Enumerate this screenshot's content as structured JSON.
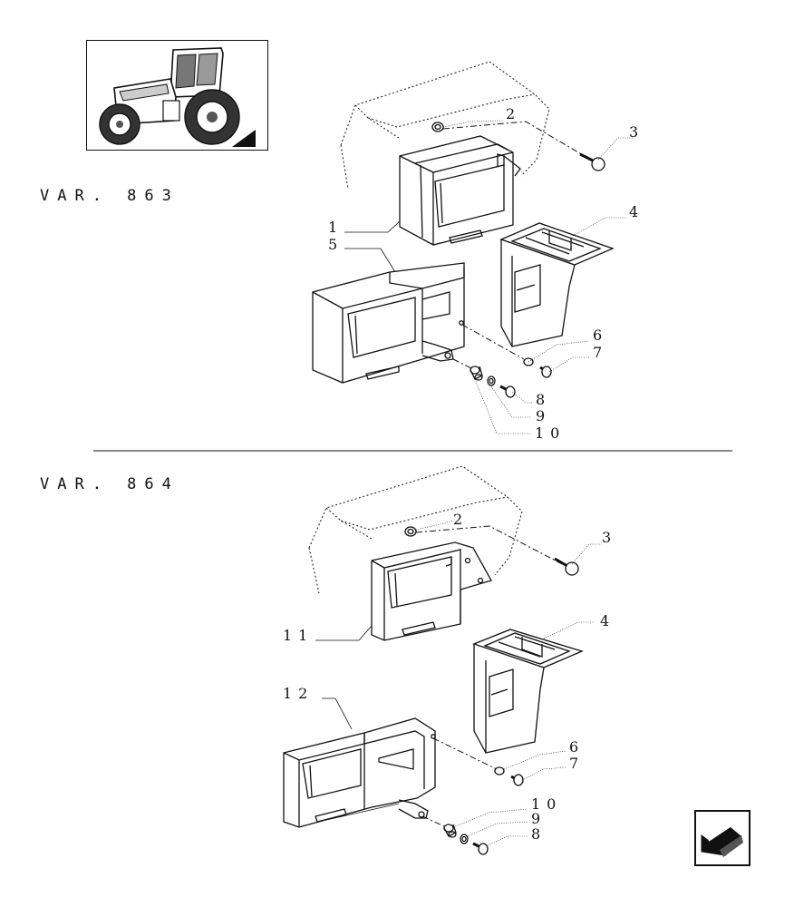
{
  "sections": [
    {
      "variant_label": "VAR. 863"
    },
    {
      "variant_label": "VAR. 864"
    }
  ],
  "callouts_863": {
    "c1": "1",
    "c2": "2",
    "c3": "3",
    "c4": "4",
    "c5": "5",
    "c6": "6",
    "c7": "7",
    "c8": "8",
    "c9": "9",
    "c10": "10"
  },
  "callouts_864": {
    "c2": "2",
    "c3": "3",
    "c4": "4",
    "c6": "6",
    "c7": "7",
    "c8": "8",
    "c9": "9",
    "c10": "10",
    "c11": "11",
    "c12": "12"
  },
  "icons": {
    "thumbnail": "tractor-thumbnail",
    "nav": "next-page-arrow-icon"
  }
}
